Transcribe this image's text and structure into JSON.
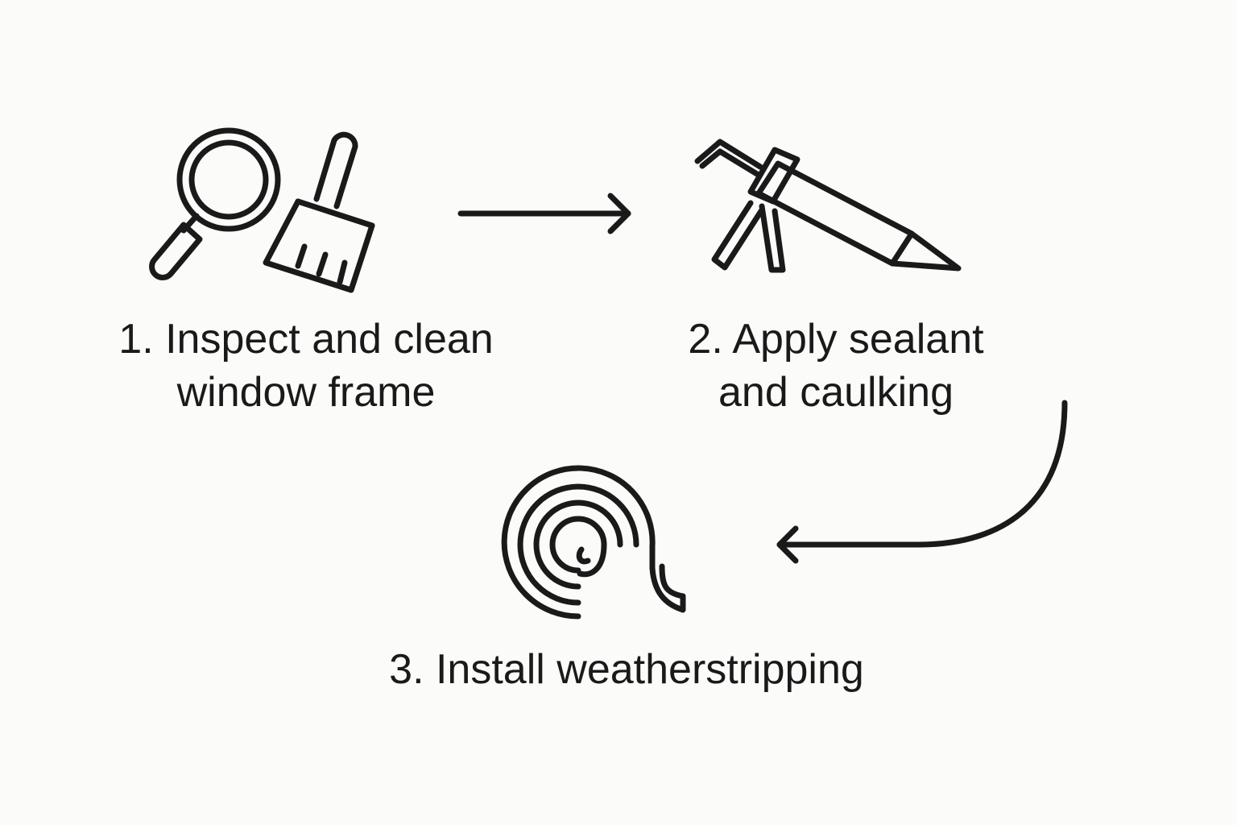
{
  "steps": [
    {
      "line1": "1. Inspect and clean",
      "line2": "window frame",
      "icons": [
        "magnifying-glass-icon",
        "brush-icon"
      ]
    },
    {
      "line1": "2. Apply sealant",
      "line2": "and caulking",
      "icons": [
        "caulking-gun-icon"
      ]
    },
    {
      "line1": "3. Install weatherstripping",
      "icons": [
        "weatherstrip-roll-icon"
      ]
    }
  ],
  "colors": {
    "ink": "#1a1a1a",
    "background": "#fbfbf9"
  }
}
